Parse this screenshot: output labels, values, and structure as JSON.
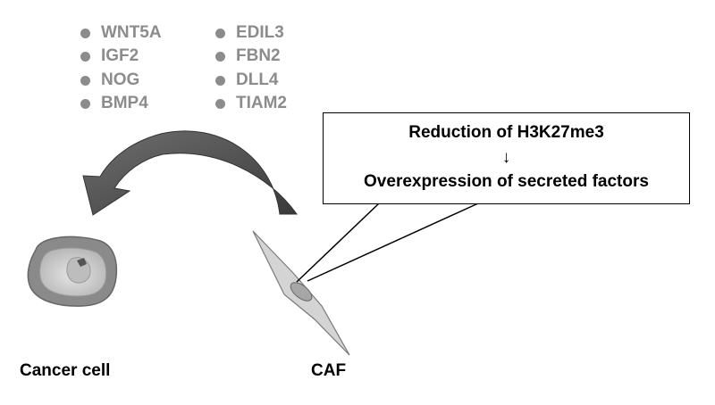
{
  "genes": {
    "left": [
      "WNT5A",
      "IGF2",
      "NOG",
      "BMP4"
    ],
    "right": [
      "EDIL3",
      "FBN2",
      "DLL4",
      "TIAM2"
    ]
  },
  "callout": {
    "line1": "Reduction of H3K27me3",
    "arrow": "↓",
    "line2": "Overexpression of secreted factors"
  },
  "labels": {
    "cancer_cell": "Cancer cell",
    "caf": "CAF"
  },
  "colors": {
    "gene_text": "#8c8c8c",
    "arrow_fill": "#4a4a4a",
    "cell_outer": "#8a8a8a",
    "cell_inner": "#c8c8c8",
    "caf_fill": "#d4d4d4"
  }
}
